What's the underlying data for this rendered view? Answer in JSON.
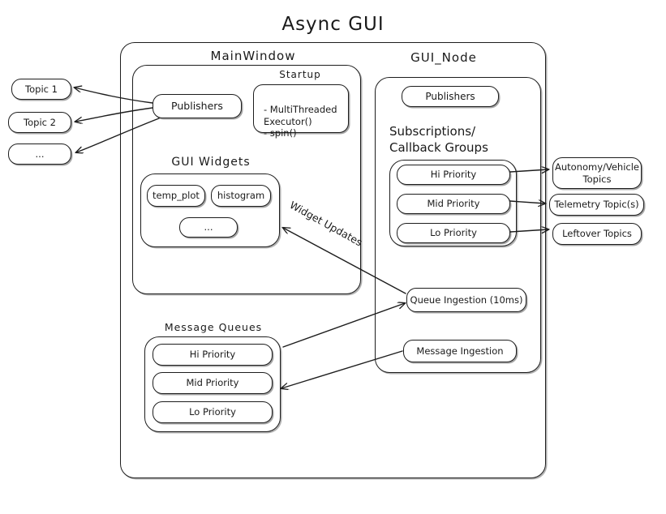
{
  "diagram": {
    "title": "Async  GUI",
    "type": "architecture-block-diagram",
    "style": "hand-drawn excalidraw",
    "outer_container": {
      "label": ""
    },
    "groups": [
      {
        "id": "mainwindow",
        "title": "MainWindow",
        "children": [
          {
            "id": "publishers-mw",
            "label": "Publishers"
          },
          {
            "id": "startup",
            "title": "Startup",
            "lines": "-  MultiThreaded\n   Executor()\n-  spin()"
          },
          {
            "id": "gui-widgets",
            "title": "GUI Widgets",
            "children": [
              {
                "id": "temp-plot",
                "label": "temp_plot"
              },
              {
                "id": "histogram",
                "label": "histogram"
              },
              {
                "id": "widgets-more",
                "label": "..."
              }
            ]
          }
        ]
      },
      {
        "id": "gui-node",
        "title": "GUI_Node",
        "children": [
          {
            "id": "publishers-node",
            "label": "Publishers"
          },
          {
            "id": "subscriptions",
            "title": "Subscriptions/\nCallback Groups",
            "children": [
              {
                "id": "sub-hi",
                "label": "Hi Priority"
              },
              {
                "id": "sub-mid",
                "label": "Mid Priority"
              },
              {
                "id": "sub-lo",
                "label": "Lo Priority"
              }
            ]
          },
          {
            "id": "queue-ingestion",
            "label": "Queue Ingestion (10ms)"
          },
          {
            "id": "message-ingestion",
            "label": "Message Ingestion"
          }
        ]
      },
      {
        "id": "message-queues",
        "title": "Message Queues",
        "children": [
          {
            "id": "mq-hi",
            "label": "Hi Priority"
          },
          {
            "id": "mq-mid",
            "label": "Mid Priority"
          },
          {
            "id": "mq-lo",
            "label": "Lo Priority"
          }
        ]
      }
    ],
    "external_left": [
      {
        "id": "topic-1",
        "label": "Topic 1"
      },
      {
        "id": "topic-2",
        "label": "Topic 2"
      },
      {
        "id": "topic-more",
        "label": "..."
      }
    ],
    "external_right": [
      {
        "id": "autonomy-topics",
        "label": "Autonomy/Vehicle\nTopics"
      },
      {
        "id": "telemetry-topics",
        "label": "Telemetry Topic(s)"
      },
      {
        "id": "leftover-topics",
        "label": "Leftover Topics"
      }
    ],
    "edge_labels": [
      {
        "id": "widget-updates",
        "label": "Widget Updates"
      }
    ],
    "colors": {
      "stroke": "#1d1d1d",
      "background": "#ffffff",
      "text": "#1a1a1a"
    }
  }
}
